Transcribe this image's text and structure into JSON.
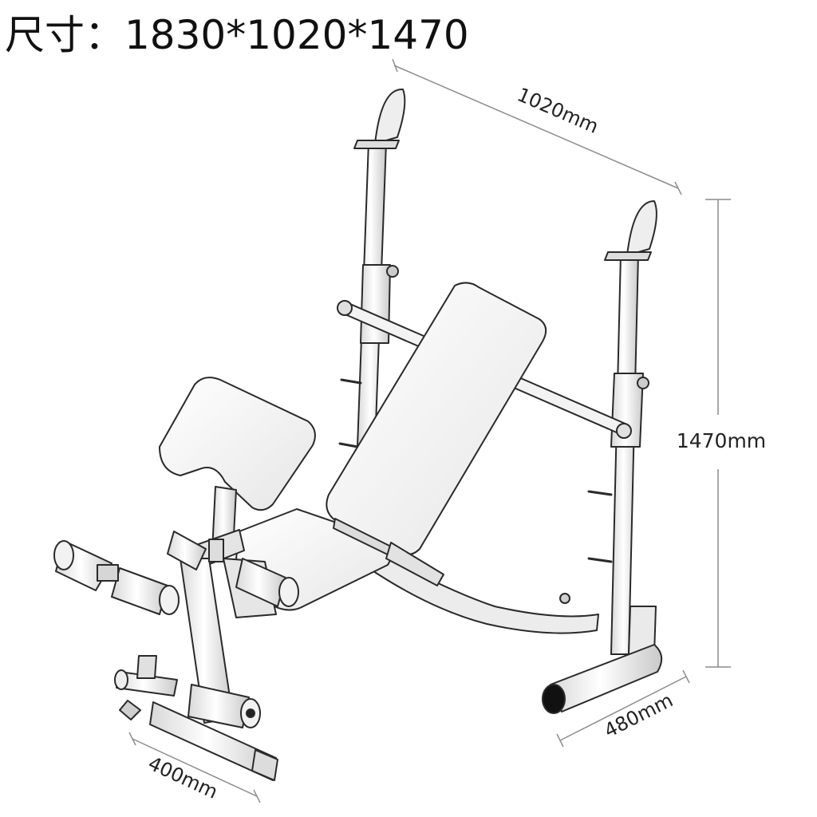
{
  "title": "尺寸：1830*1020*1470",
  "dimensions": {
    "width": "1020mm",
    "height": "1470mm",
    "depth": "480mm",
    "front": "400mm"
  },
  "colors": {
    "line": "#2a2a2a",
    "frame_fill": "#e9e9e9",
    "pad_fill": "#f5f5f5",
    "dimension_line": "#8c8c8c",
    "foot_cap": "#111111"
  }
}
